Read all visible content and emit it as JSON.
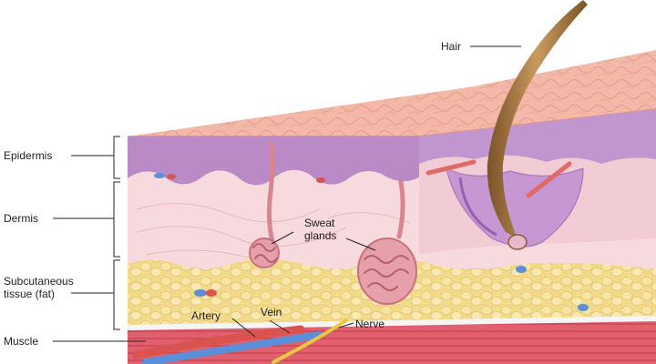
{
  "labels": {
    "hair": "Hair",
    "epidermis": "Epidermis",
    "dermis": "Dermis",
    "subcutaneous_line1": "Subcutaneous",
    "subcutaneous_line2": "tissue (fat)",
    "muscle": "Muscle",
    "sweat_line1": "Sweat",
    "sweat_line2": "glands",
    "artery": "Artery",
    "vein": "Vein",
    "nerve": "Nerve"
  },
  "colors": {
    "epidermis_surface": "#f2b3a3",
    "epidermis_purple": "#b889c4",
    "dermis": "#f6d7dc",
    "fat": "#f4dc8e",
    "muscle": "#d94d63",
    "artery": "#d9534f",
    "vein": "#5b8fd9",
    "nerve": "#e8c840",
    "hair": "#a97a42"
  }
}
